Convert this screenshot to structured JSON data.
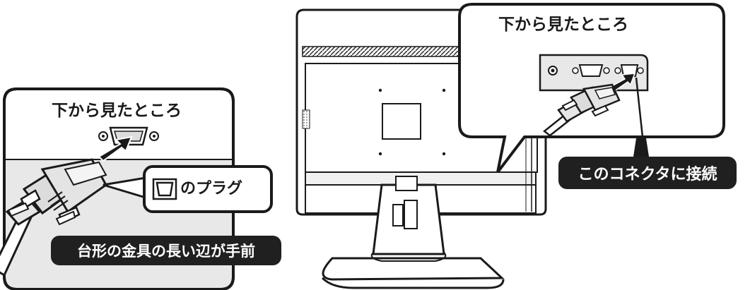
{
  "labels": {
    "view_from_below_left": "下から見たところ",
    "view_from_below_right": "下から見たところ",
    "plug_type": "のプラグ",
    "trapezoid_edge_note": "台形の金具の長い辺が手前",
    "connect_here": "このコネクタに接続"
  },
  "icons": {
    "plug_symbol": "vga-plug-symbol-icon"
  },
  "colors": {
    "callout_dark": "#202020",
    "line": "#1a1a1a",
    "panel_grey": "#e8e8e8"
  }
}
